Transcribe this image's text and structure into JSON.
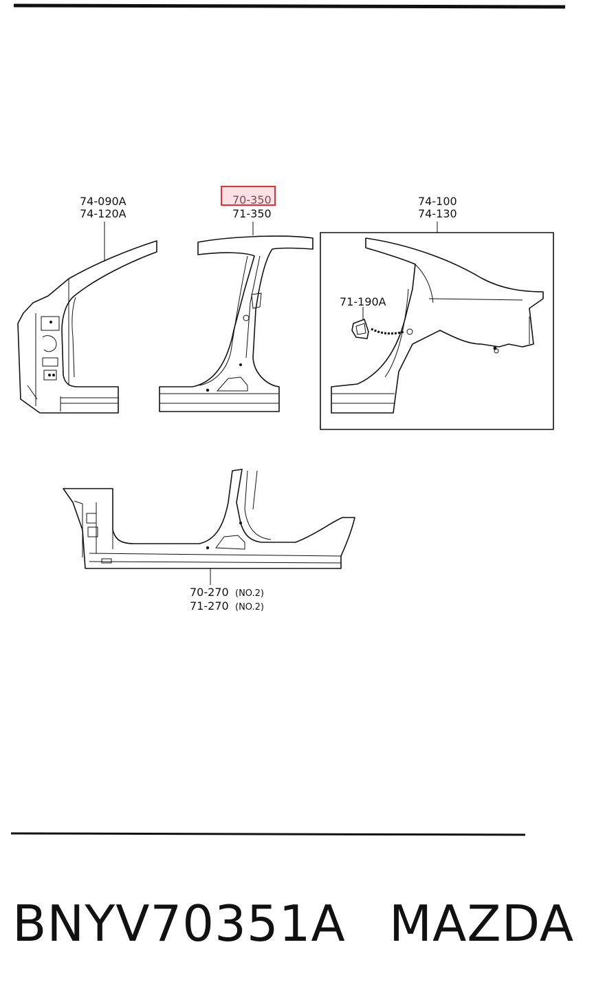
{
  "labels": {
    "roof_side_a": "74-090A",
    "roof_side_b": "74-120A",
    "pillar_a": "70-350",
    "pillar_b": "71-350",
    "rear_fender_a": "74-100",
    "rear_fender_b": "74-130",
    "fuel_lid": "71-190A",
    "sill_a": "70-270",
    "sill_a_note": "(NO.2)",
    "sill_b": "71-270",
    "sill_b_note": "(NO.2)"
  },
  "caption": {
    "part_number": "BNYV70351A",
    "brand": "MAZDA"
  },
  "colors": {
    "highlight_border": "#e0303a",
    "highlight_fill": "#fde0e3",
    "line": "#111111"
  }
}
